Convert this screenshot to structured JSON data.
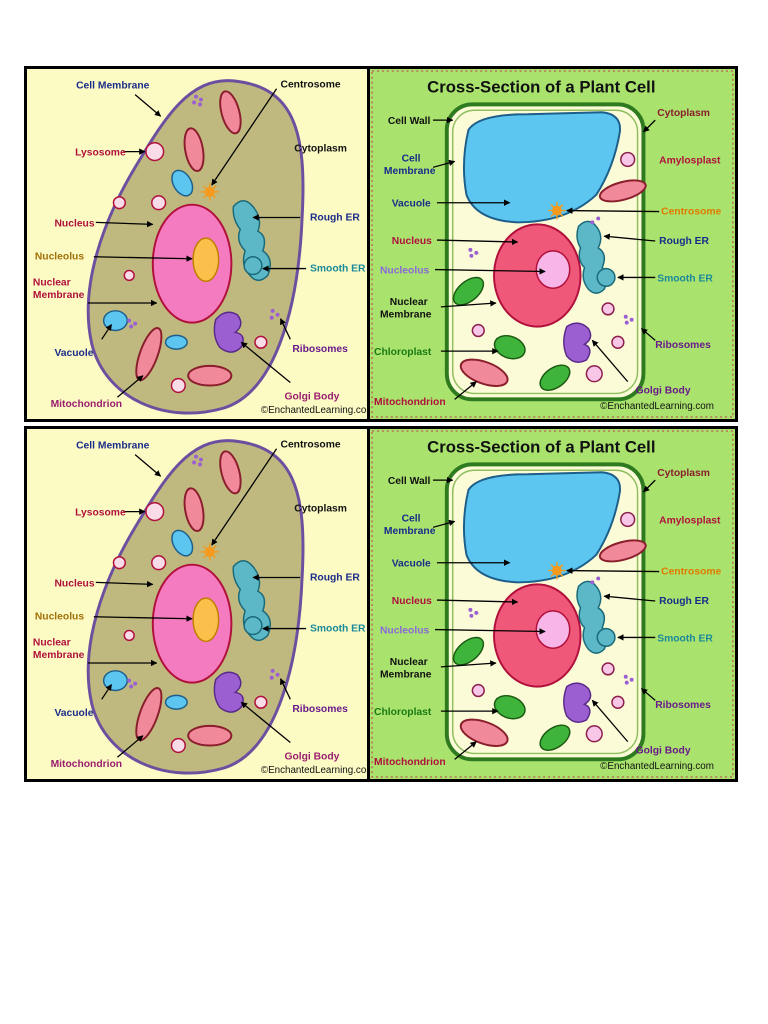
{
  "colors": {
    "animal_bg": "#fdfbc4",
    "animal_cytoplasm": "#bfb97f",
    "animal_membrane": "#6d4fa0",
    "plant_bg": "#a9e36e",
    "plant_cytoplasm": "#fcfbd8",
    "plant_wall": "#2e7a1f",
    "nucleus": "#f47bbf",
    "nucleolus_animal": "#fbc04b",
    "nucleolus_plant": "#f8b6e8",
    "vacuole": "#5cc5f0",
    "mitochondrion": "#f08a9a",
    "er": "#5cb7c7",
    "golgi": "#9b5fd1",
    "chloroplast": "#3fb43a"
  },
  "animal_cell": {
    "labels": {
      "cell_membrane": "Cell Membrane",
      "lysosome": "Lysosome",
      "nucleus": "Nucleus",
      "nucleolus": "Nucleolus",
      "nuclear_membrane": "Nuclear Membrane",
      "vacuole": "Vacuole",
      "mitochondrion": "Mitochondrion",
      "centrosome": "Centrosome",
      "cytoplasm": "Cytoplasm",
      "rough_er": "Rough ER",
      "smooth_er": "Smooth ER",
      "ribosomes": "Ribosomes",
      "golgi_body": "Golgi Body"
    },
    "copyright": "©EnchantedLearning.co"
  },
  "plant_cell": {
    "title": "Cross-Section of a Plant Cell",
    "labels": {
      "cell_wall": "Cell Wall",
      "cell_membrane": "Cell Membrane",
      "vacuole": "Vacuole",
      "nucleus": "Nucleus",
      "nucleolus": "Nucleolus",
      "nuclear_membrane": "Nuclear Membrane",
      "chloroplast": "Chloroplast",
      "mitochondrion": "Mitochondrion",
      "cytoplasm": "Cytoplasm",
      "amylosplast": "Amylosplast",
      "centrosome": "Centrosome",
      "rough_er": "Rough ER",
      "smooth_er": "Smooth ER",
      "ribosomes": "Ribosomes",
      "golgi_body": "Golgi Body"
    },
    "copyright": "©EnchantedLearning.com"
  }
}
